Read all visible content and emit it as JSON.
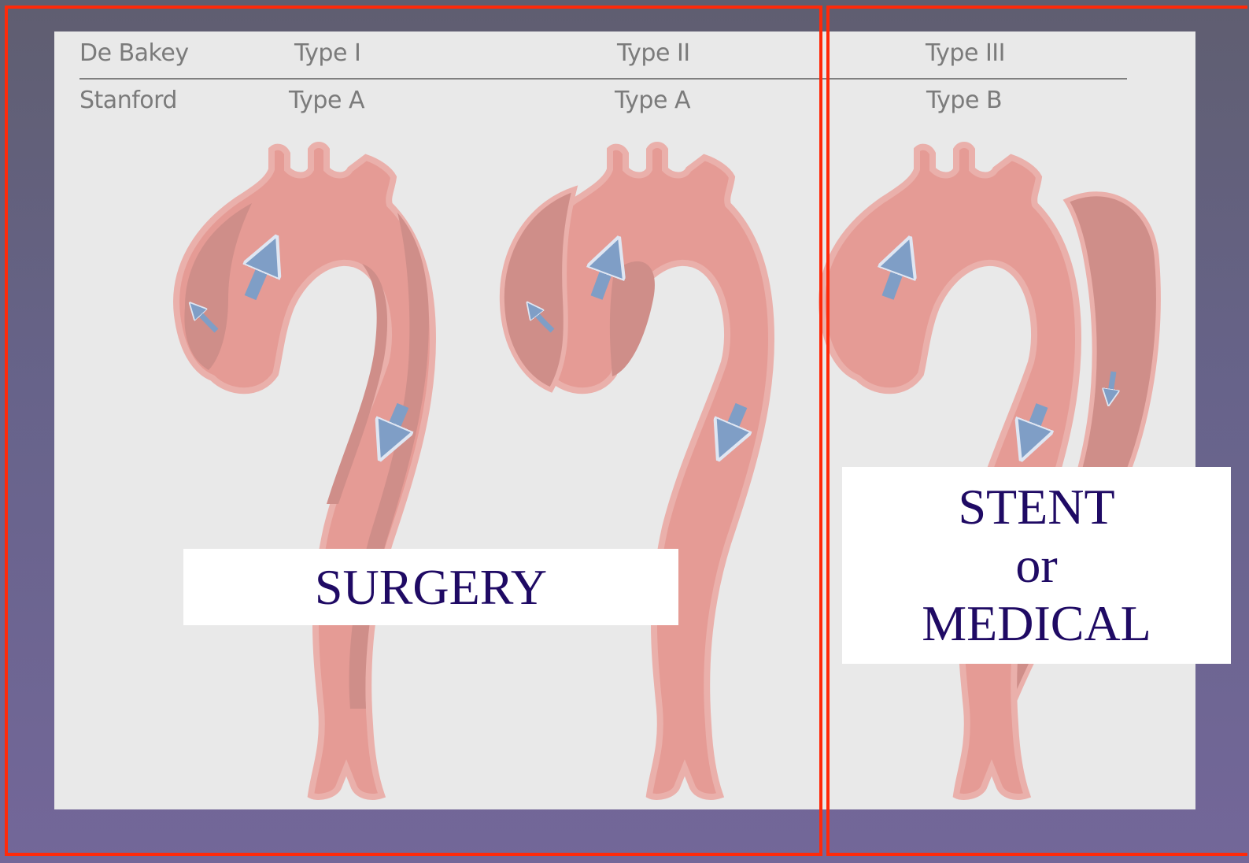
{
  "header": {
    "row1_label": "De Bakey",
    "row2_label": "Stanford",
    "columns": [
      {
        "debakey": "Type I",
        "stanford": "Type A"
      },
      {
        "debakey": "Type II",
        "stanford": "Type A"
      },
      {
        "debakey": "Type III",
        "stanford": "Type B"
      }
    ]
  },
  "treatments": {
    "surgery": "SURGERY",
    "alt_line1": "STENT",
    "alt_line2": "or",
    "alt_line3": "MEDICAL"
  },
  "colors": {
    "aorta": "#e59b95",
    "false_lumen": "#cf8e89",
    "outline": "#eab0ab",
    "arrow": "#7f9ec6",
    "frame": "#ff2a0a",
    "label_text": "#1f0a64"
  }
}
